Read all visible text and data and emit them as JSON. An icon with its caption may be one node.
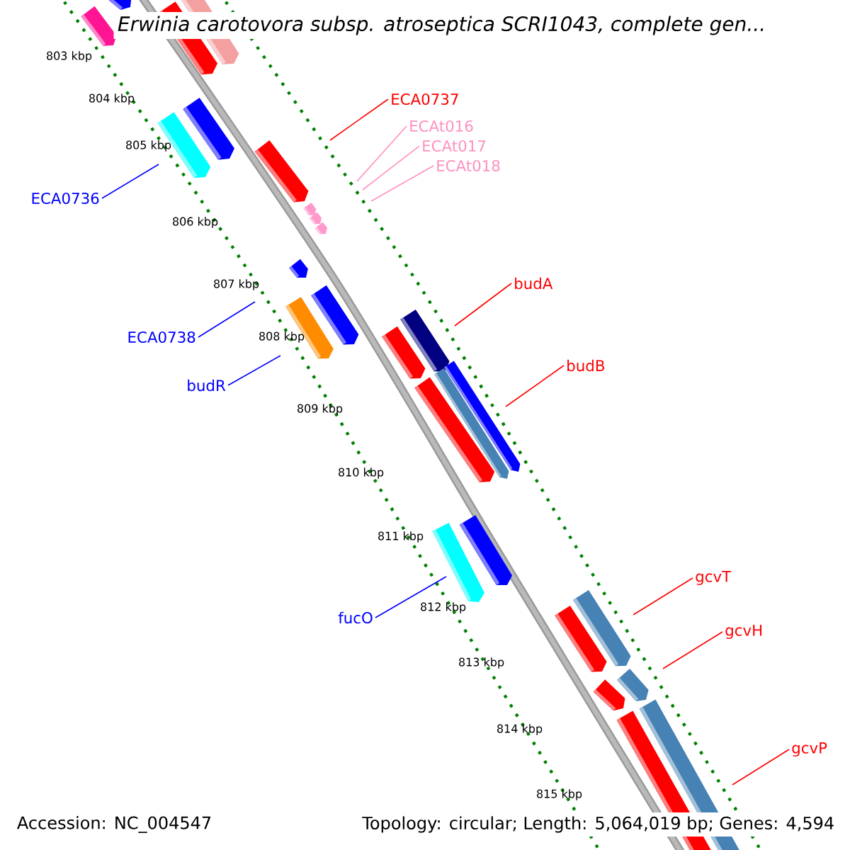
{
  "diagram": {
    "title": "Erwinia carotovora subsp. atroseptica SCRI1043, complete gen...",
    "nodes": [
      {
        "text": [
          "ECA0737"
        ]
      },
      {
        "text": [
          "ECAt016"
        ]
      },
      {
        "text": [
          "ECAt017"
        ]
      },
      {
        "text": [
          "ECAt018"
        ]
      },
      {
        "text": [
          "ECA0736"
        ]
      },
      {
        "text": [
          "budA"
        ]
      },
      {
        "text": [
          "ECA0738"
        ]
      },
      {
        "text": [
          "budR"
        ]
      },
      {
        "text": [
          "budB"
        ]
      },
      {
        "text": [
          "gcvT"
        ]
      },
      {
        "text": [
          "fucO"
        ]
      },
      {
        "text": [
          "gcvH"
        ]
      },
      {
        "text": [
          "gcvP"
        ]
      }
    ],
    "edges": [
      {
        "from": 0,
        "to": null,
        "arrow": "none",
        "color": "#ff0000"
      },
      {
        "from": 1,
        "to": null,
        "arrow": "none",
        "color": "#ff8fc0"
      },
      {
        "from": 2,
        "to": null,
        "arrow": "none",
        "color": "#ff8fc0"
      },
      {
        "from": 3,
        "to": null,
        "arrow": "none",
        "color": "#ff8fc0"
      },
      {
        "from": 4,
        "to": null,
        "arrow": "none",
        "color": "#0000ff"
      },
      {
        "from": 5,
        "to": null,
        "arrow": "none",
        "color": "#ff0000"
      },
      {
        "from": 6,
        "to": null,
        "arrow": "none",
        "color": "#0000ff"
      },
      {
        "from": 7,
        "to": null,
        "arrow": "none",
        "color": "#0000ff"
      },
      {
        "from": 8,
        "to": null,
        "arrow": "none",
        "color": "#ff0000"
      },
      {
        "from": 9,
        "to": null,
        "arrow": "none",
        "color": "#ff0000"
      },
      {
        "from": 10,
        "to": null,
        "arrow": "none",
        "color": "#0000ff"
      },
      {
        "from": 11,
        "to": null,
        "arrow": "none",
        "color": "#ff0000"
      },
      {
        "from": 12,
        "to": null,
        "arrow": "none",
        "color": "#ff0000"
      }
    ],
    "labels": [
      "803 kbp",
      "804 kbp",
      "805 kbp",
      "806 kbp",
      "807 kbp",
      "808 kbp",
      "809 kbp",
      "810 kbp",
      "811 kbp",
      "812 kbp",
      "813 kbp",
      "814 kbp",
      "815 kbp",
      "Accession: NC_004547",
      "Topology: circular; Length: 5,064,019 bp; Genes: 4,594"
    ]
  }
}
